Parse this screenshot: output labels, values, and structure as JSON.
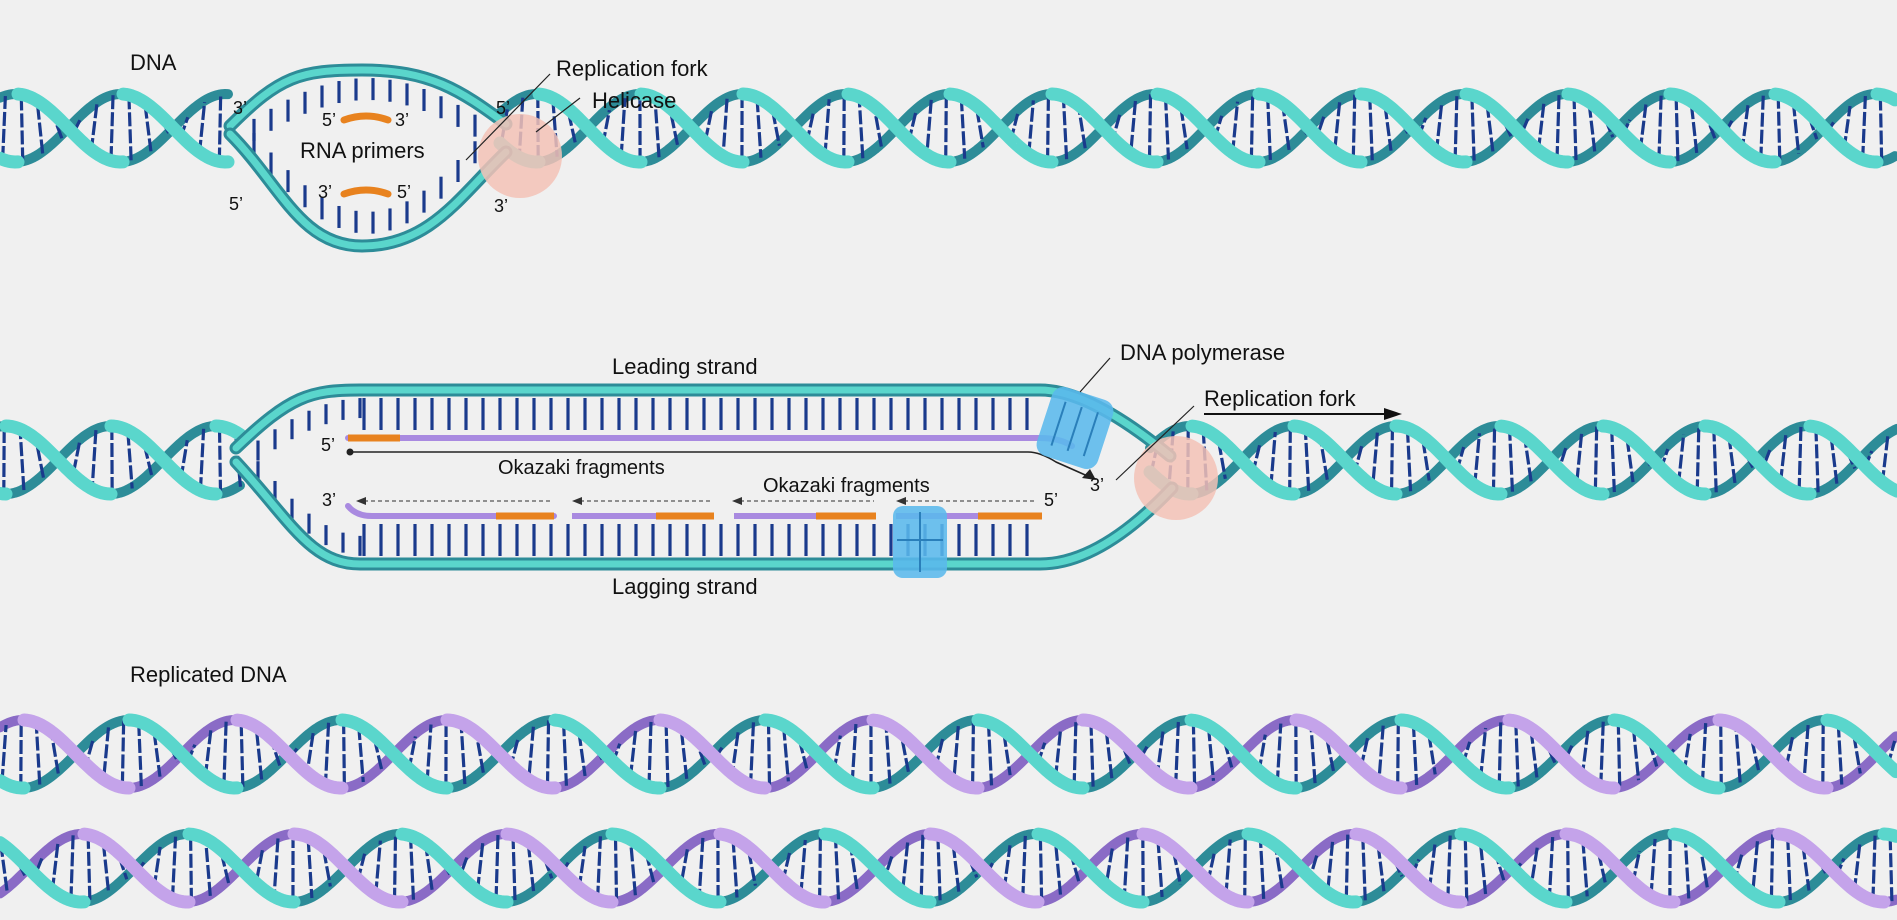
{
  "colors": {
    "background": "#f0f0f0",
    "parental_strand": "#5ad6cc",
    "parental_strand_dark": "#2d8c98",
    "new_strand": "#c4a3ea",
    "new_strand_dark": "#8a6bc6",
    "base_pair": "#1a3a8c",
    "rna_primer": "#e8821e",
    "helicase": "#f3c2b6",
    "dna_polymerase": "#5ab8ec"
  },
  "panel1": {
    "title": "DNA",
    "replication_fork": "Replication fork",
    "helicase": "Helicase",
    "rna_primers": "RNA primers",
    "end_labels": {
      "top_left_3": "3’",
      "bottom_left_5": "5’",
      "top_right_5": "5’",
      "bottom_right_3": "3’",
      "primer_top_5": "5’",
      "primer_top_3": "3’",
      "primer_bottom_3": "3’",
      "primer_bottom_5": "5’"
    }
  },
  "panel2": {
    "leading_strand": "Leading strand",
    "lagging_strand": "Lagging strand",
    "dna_polymerase": "DNA polymerase",
    "replication_fork": "Replication fork",
    "okazaki_fragments_1": "Okazaki fragments",
    "okazaki_fragments_2": "Okazaki fragments",
    "end_labels": {
      "leading_5": "5’",
      "fork_3": "3’",
      "lagging_3": "3’",
      "lagging_5": "5’"
    }
  },
  "panel3": {
    "title": "Replicated DNA"
  }
}
